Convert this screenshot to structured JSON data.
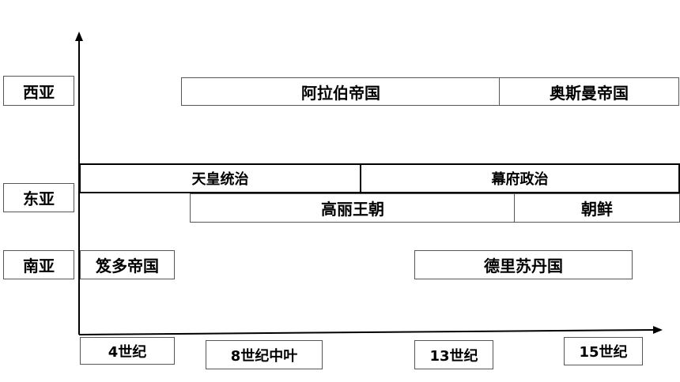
{
  "regions": {
    "west_asia": "西亚",
    "east_asia": "东亚",
    "south_asia": "南亚"
  },
  "west_asia": {
    "arab_empire": "阿拉伯帝国",
    "ottoman_empire": "奥斯曼帝国"
  },
  "east_asia": {
    "japan": {
      "emperor_rule": "天皇统治",
      "shogunate_rule": "幕府政治"
    },
    "korea": {
      "goryeo": "高丽王朝",
      "joseon": "朝鲜"
    }
  },
  "south_asia": {
    "gupta_empire": "笈多帝国",
    "delhi_sultanate": "德里苏丹国"
  },
  "timeline": {
    "t1": "4世纪",
    "t2": "8世纪中叶",
    "t3": "13世纪",
    "t4": "15世纪"
  }
}
